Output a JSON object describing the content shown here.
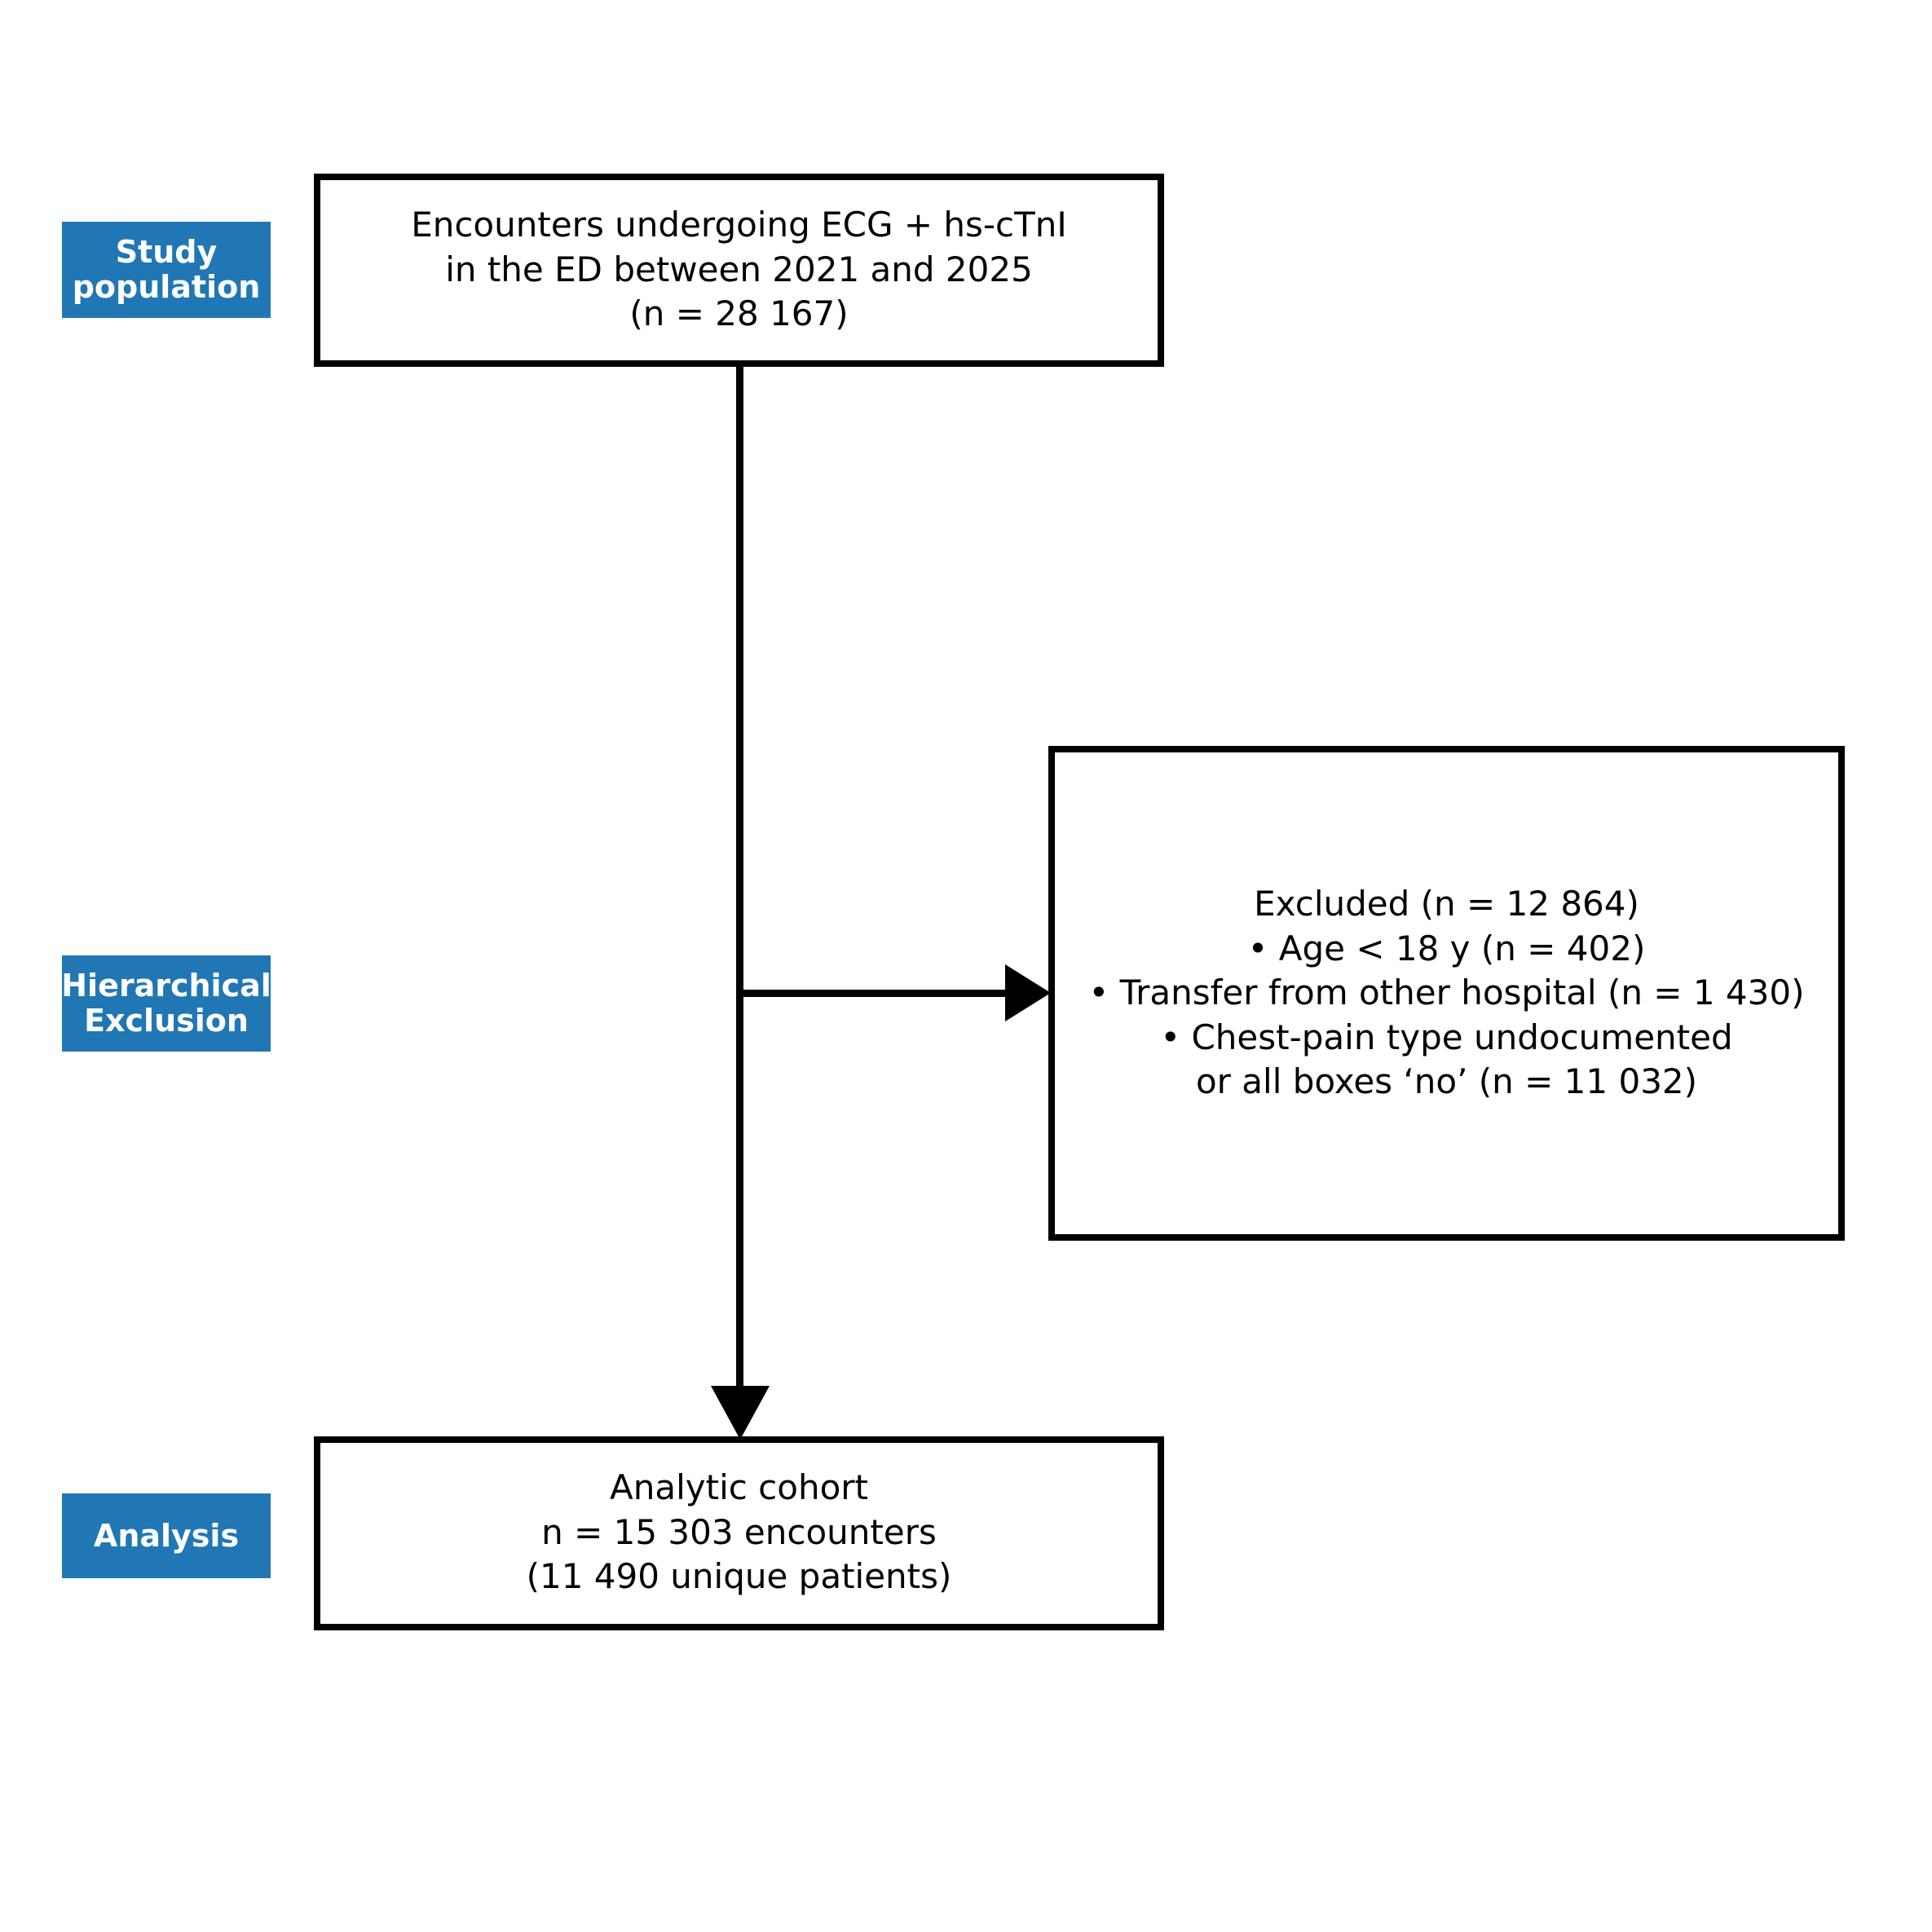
{
  "figure": {
    "type": "flowchart",
    "title": "Study flow diagram (CONSORT-style participant selection)",
    "accent_color": "#2077b4",
    "line_color": "#000000",
    "background_color": "#ffffff"
  },
  "stages": [
    {
      "id": "study-population",
      "lines": [
        "Study",
        "population"
      ]
    },
    {
      "id": "hierarchical-exclusion",
      "lines": [
        "Hierarchical",
        "Exclusion"
      ]
    },
    {
      "id": "analysis",
      "lines": [
        "Analysis"
      ]
    }
  ],
  "boxes": {
    "source": {
      "id": "source-population-box",
      "lines": [
        "Encounters undergoing ECG + hs-cTnI",
        "in the ED between 2021 and 2025",
        "(n = 28 167)"
      ],
      "n": "28 167"
    },
    "excluded": {
      "id": "excluded-box",
      "lines": [
        "Excluded (n = 12 864)",
        "• Age < 18 y (n = 402)",
        "• Transfer from other hospital (n = 1 430)",
        "• Chest-pain type undocumented",
        "or all boxes ‘no’ (n = 11 032)"
      ],
      "total_excluded": "12 864",
      "reasons": [
        {
          "label": "Age < 18 y",
          "n": "402"
        },
        {
          "label": "Transfer from other hospital",
          "n": "1 430"
        },
        {
          "label": "Chest-pain type undocumented or all boxes ‘no’",
          "n": "11 032"
        }
      ]
    },
    "cohort": {
      "id": "analytic-cohort-box",
      "lines": [
        "Analytic cohort",
        "n = 15 303 encounters",
        "(11 490 unique patients)"
      ],
      "encounters": "15 303",
      "unique_patients": "11 490"
    }
  },
  "connectors": [
    {
      "id": "spine-vertical",
      "from": "source-population-box",
      "to": "analytic-cohort-box",
      "orientation": "vertical",
      "arrowhead": "down"
    },
    {
      "id": "branch-horizontal",
      "from": "spine-vertical",
      "to": "excluded-box",
      "orientation": "horizontal",
      "arrowhead": "right"
    }
  ]
}
